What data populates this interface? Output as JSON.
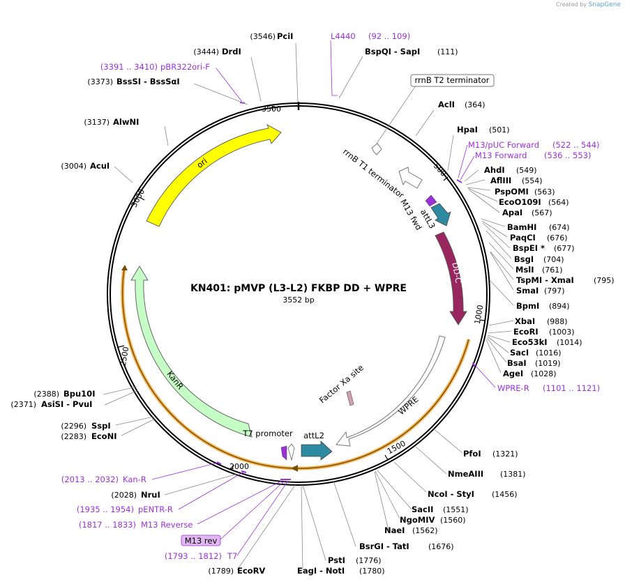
{
  "credit": {
    "prefix": "Created by",
    "brand": "SnapGene"
  },
  "plasmid": {
    "name": "KN401: pMVP (L3-L2) FKBP DD + WPRE",
    "size": "3552 bp"
  },
  "ticks": [
    "500",
    "1000",
    "1500",
    "2000",
    "2500",
    "3000",
    "3500"
  ],
  "features": {
    "ori": "ori",
    "kanr": "KanR",
    "ddc": "DD-C",
    "wpre": "WPRE",
    "attl3": "attL3",
    "attl2": "attL2",
    "m13fwd": "M13 fwd",
    "t7promoter": "T7 promoter",
    "rrnbt1": "rrnB T1 terminator",
    "rrnbt2": "rrnB T2 terminator",
    "factorxa": "Factor Xa site",
    "m13rev": "M13 rev"
  },
  "enzymes": [
    {
      "name": "PciI",
      "pos": "(3546)"
    },
    {
      "name": "DrdI",
      "pos": "(3444)"
    },
    {
      "name": "BssSI  -  BssSαI",
      "pos": "(3373)"
    },
    {
      "name": "AlwNI",
      "pos": "(3137)"
    },
    {
      "name": "AcuI",
      "pos": "(3004)"
    },
    {
      "name": "BspQI  -  SapI",
      "pos": "(111)"
    },
    {
      "name": "AclI",
      "pos": "(364)"
    },
    {
      "name": "HpaI",
      "pos": "(501)"
    },
    {
      "name": "AhdI",
      "pos": "(549)"
    },
    {
      "name": "AflIII",
      "pos": "(554)"
    },
    {
      "name": "PspOMI",
      "pos": "(563)"
    },
    {
      "name": "EcoO109I",
      "pos": "(564)"
    },
    {
      "name": "ApaI",
      "pos": "(567)"
    },
    {
      "name": "BamHI",
      "pos": "(674)"
    },
    {
      "name": "PaqCI",
      "pos": "(676)"
    },
    {
      "name": "BspEI *",
      "pos": "(677)"
    },
    {
      "name": "BsgI",
      "pos": "(704)"
    },
    {
      "name": "MslI",
      "pos": "(761)"
    },
    {
      "name": "TspMI  -  XmaI",
      "pos": "(795)"
    },
    {
      "name": "SmaI",
      "pos": "(797)"
    },
    {
      "name": "BpmI",
      "pos": "(894)"
    },
    {
      "name": "XbaI",
      "pos": "(988)"
    },
    {
      "name": "EcoRI",
      "pos": "(1003)"
    },
    {
      "name": "Eco53kI",
      "pos": "(1014)"
    },
    {
      "name": "SacI",
      "pos": "(1016)"
    },
    {
      "name": "BsaI",
      "pos": "(1019)"
    },
    {
      "name": "AgeI",
      "pos": "(1028)"
    },
    {
      "name": "PfoI",
      "pos": "(1321)"
    },
    {
      "name": "NmeAIII",
      "pos": "(1381)"
    },
    {
      "name": "NcoI  -  StyI",
      "pos": "(1456)"
    },
    {
      "name": "SacII",
      "pos": "(1551)"
    },
    {
      "name": "NgoMIV",
      "pos": "(1560)"
    },
    {
      "name": "NaeI",
      "pos": "(1562)"
    },
    {
      "name": "BsrGI  -  TatI",
      "pos": "(1676)"
    },
    {
      "name": "PstI",
      "pos": "(1776)"
    },
    {
      "name": "EagI  -  NotI",
      "pos": "(1780)"
    },
    {
      "name": "EcoRV",
      "pos": "(1789)"
    },
    {
      "name": "NruI",
      "pos": "(2028)"
    },
    {
      "name": "SspI",
      "pos": "(2296)"
    },
    {
      "name": "EcoNI",
      "pos": "(2283)"
    },
    {
      "name": "Bpu10I",
      "pos": "(2388)"
    },
    {
      "name": "AsiSI  -  PvuI",
      "pos": "(2371)"
    }
  ],
  "primers": [
    {
      "name": "L4440",
      "range": "(92 .. 109)"
    },
    {
      "name": "pBR322ori-F",
      "range": "(3391 .. 3410)"
    },
    {
      "name": "M13/pUC Forward",
      "range": "(522 .. 544)"
    },
    {
      "name": "M13 Forward",
      "range": "(536 .. 553)"
    },
    {
      "name": "WPRE-R",
      "range": "(1101 .. 1121)"
    },
    {
      "name": "Kan-R",
      "range": "(2013 .. 2032)"
    },
    {
      "name": "pENTR-R",
      "range": "(1935 .. 1954)"
    },
    {
      "name": "M13 Reverse",
      "range": "(1817 .. 1833)"
    },
    {
      "name": "T7",
      "range": "(1793 .. 1812)"
    }
  ],
  "colors": {
    "ori": "#ffff00",
    "kanr": "#c6ffc6",
    "ddc": "#99265e",
    "att": "#2e8aa0",
    "primer": "#9b30d9",
    "orf": "#f2b350"
  }
}
